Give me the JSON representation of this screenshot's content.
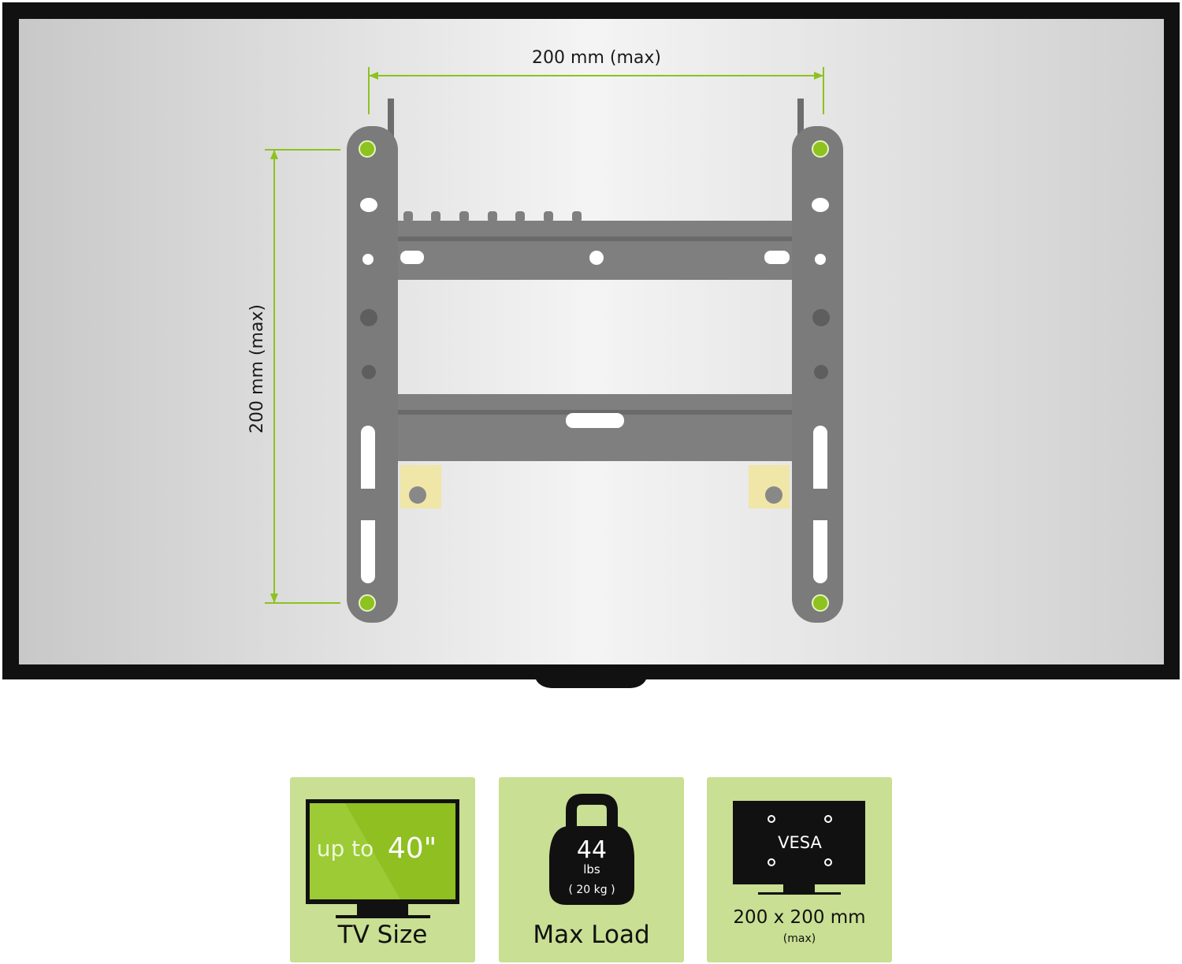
{
  "diagram": {
    "width_label": "200 mm  (max)",
    "height_label": "200 mm  (max)"
  },
  "badges": [
    {
      "icon": "tv-icon",
      "screen_prefix": "up to",
      "screen_value": "40\"",
      "label": "TV Size"
    },
    {
      "icon": "weight-icon",
      "value": "44",
      "unit": "lbs",
      "metric": "( 20 kg )",
      "label": "Max Load"
    },
    {
      "icon": "vesa-icon",
      "screen_text": "VESA",
      "label": "200 x 200 mm",
      "sublabel": "(max)"
    }
  ],
  "colors": {
    "accent": "#8dc21f",
    "badge_bg": "#c9df93",
    "bracket": "#7a7a7a",
    "frame": "#111111"
  }
}
